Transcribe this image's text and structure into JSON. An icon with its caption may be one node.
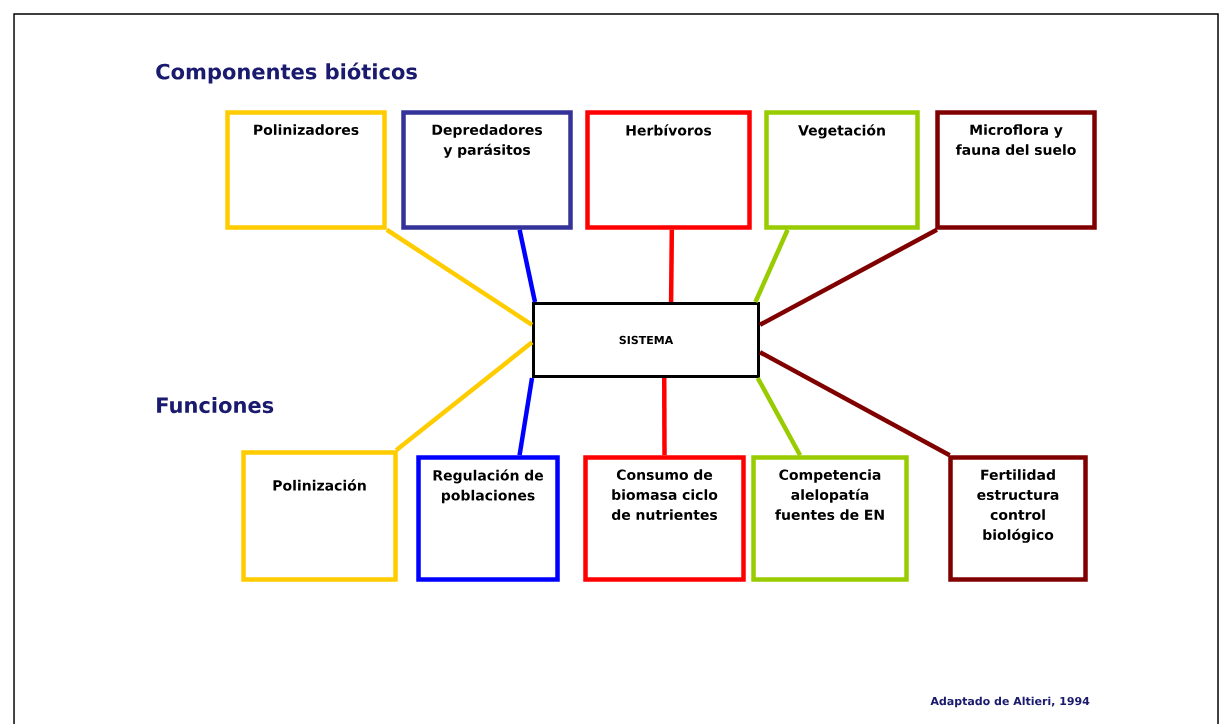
{
  "diagram": {
    "caption": "Adaptado de Altieri, 1994",
    "nodes": [
      {
        "text": [
          "SISTEMA"
        ]
      },
      {
        "text": [
          "Polinizadores"
        ]
      },
      {
        "text": [
          "Depredadores y parásitos"
        ]
      },
      {
        "text": [
          "Herbívoros"
        ]
      },
      {
        "text": [
          "Vegetación"
        ]
      },
      {
        "text": [
          "Microflora y fauna del suelo"
        ]
      },
      {
        "text": [
          "Polinización"
        ]
      },
      {
        "text": [
          "Regulación de poblaciones"
        ]
      },
      {
        "text": [
          "Consumo de biomasa ciclo de nutrientes"
        ]
      },
      {
        "text": [
          "Competencia alelopatía fuentes de EN"
        ]
      },
      {
        "text": [
          "Fertilidad estructura control biológico"
        ]
      }
    ],
    "edges": [
      {
        "from": 1,
        "to": 0,
        "arrow": "none",
        "color": "#ffcc00"
      },
      {
        "from": 2,
        "to": 0,
        "arrow": "none",
        "color": "#0000ff"
      },
      {
        "from": 3,
        "to": 0,
        "arrow": "none",
        "color": "#ff0000"
      },
      {
        "from": 4,
        "to": 0,
        "arrow": "none",
        "color": "#99cc00"
      },
      {
        "from": 5,
        "to": 0,
        "arrow": "none",
        "color": "#800000"
      },
      {
        "from": 6,
        "to": 0,
        "arrow": "none",
        "color": "#ffcc00"
      },
      {
        "from": 7,
        "to": 0,
        "arrow": "none",
        "color": "#0000ff"
      },
      {
        "from": 8,
        "to": 0,
        "arrow": "none",
        "color": "#ff0000"
      },
      {
        "from": 9,
        "to": 0,
        "arrow": "none",
        "color": "#99cc00"
      },
      {
        "from": 10,
        "to": 0,
        "arrow": "none",
        "color": "#800000"
      }
    ],
    "labels": [
      "Componentes bióticos",
      "Funciones"
    ]
  }
}
